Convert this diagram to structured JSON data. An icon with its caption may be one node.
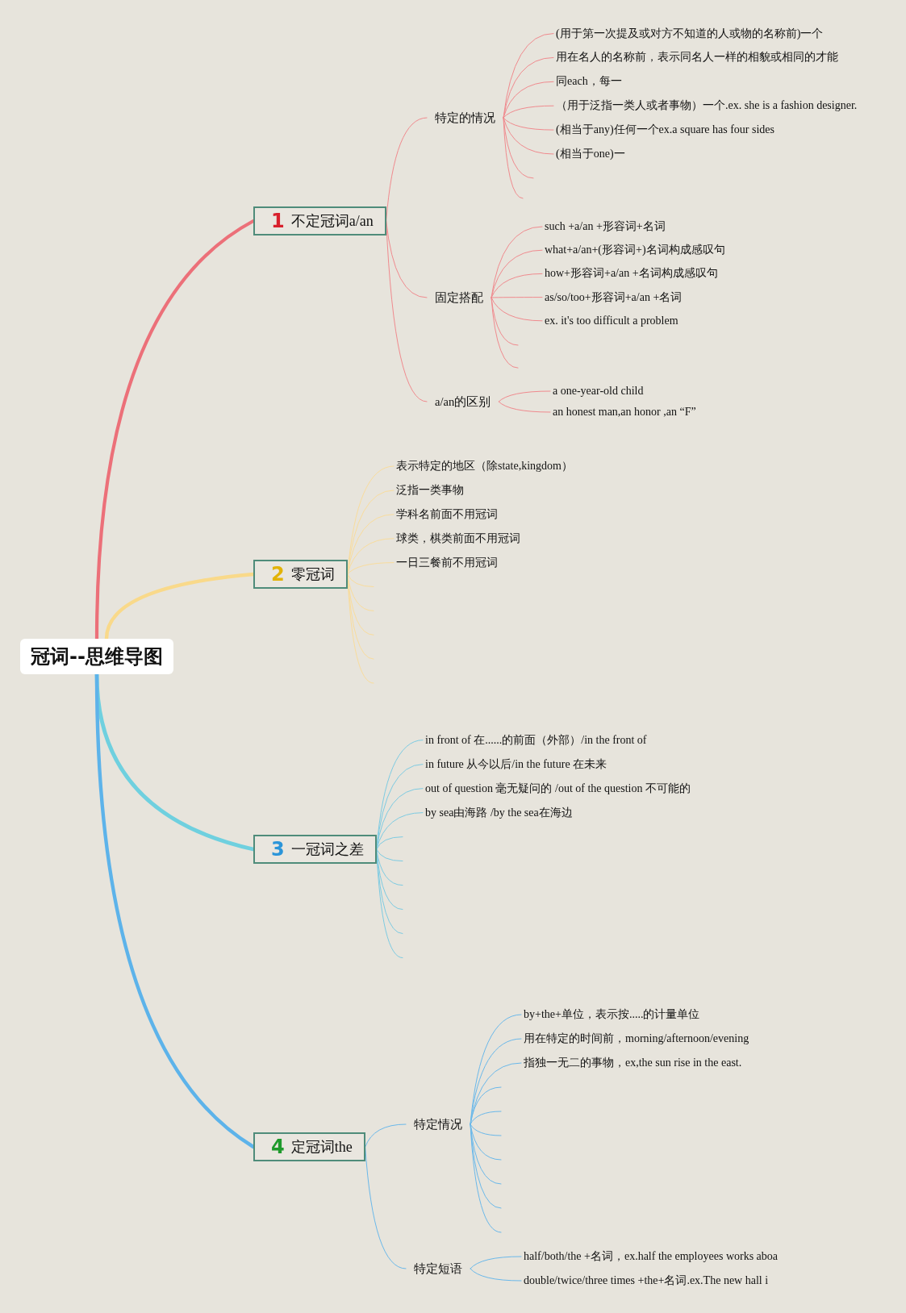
{
  "diagram": {
    "nodes": [
      {
        "text": [
          "冠词--思维导图"
        ]
      },
      {
        "text": [
          "1",
          "不定冠词a/an"
        ]
      },
      {
        "text": [
          "特定的情况"
        ]
      },
      {
        "text": [
          "(用于第一次提及或对方不知道的人或物的名称前)一个"
        ]
      },
      {
        "text": [
          "用在名人的名称前，表示同名人一样的相貌或相同的才能"
        ]
      },
      {
        "text": [
          "同each，每一"
        ]
      },
      {
        "text": [
          "（用于泛指一类人或者事物）一个.ex. she is a fashion designer."
        ]
      },
      {
        "text": [
          "(相当于any)任何一个ex.a square has four sides"
        ]
      },
      {
        "text": [
          "(相当于one)一"
        ]
      },
      {
        "text": [
          "固定搭配"
        ]
      },
      {
        "text": [
          "such +a/an +形容词+名词"
        ]
      },
      {
        "text": [
          "what+a/an+(形容词+)名词构成感叹句"
        ]
      },
      {
        "text": [
          "how+形容词+a/an +名词构成感叹句"
        ]
      },
      {
        "text": [
          "as/so/too+形容词+a/an +名词"
        ]
      },
      {
        "text": [
          "ex. it's too difficult a problem"
        ]
      },
      {
        "text": [
          "a/an的区别"
        ]
      },
      {
        "text": [
          "a one-year-old child"
        ]
      },
      {
        "text": [
          "an honest man,an honor ,an “F”"
        ]
      },
      {
        "text": [
          "2",
          "零冠词"
        ]
      },
      {
        "text": [
          "表示特定的地区（除state,kingdom）"
        ]
      },
      {
        "text": [
          "泛指一类事物"
        ]
      },
      {
        "text": [
          "学科名前面不用冠词"
        ]
      },
      {
        "text": [
          "球类，棋类前面不用冠词"
        ]
      },
      {
        "text": [
          "一日三餐前不用冠词"
        ]
      },
      {
        "text": [
          "3",
          "一冠词之差"
        ]
      },
      {
        "text": [
          "in front of 在......的前面（外部）/in the front of"
        ]
      },
      {
        "text": [
          "in future 从今以后/in the future 在未来"
        ]
      },
      {
        "text": [
          "out of question 毫无疑问的 /out of the question 不可能的"
        ]
      },
      {
        "text": [
          "by sea由海路 /by the sea在海边"
        ]
      },
      {
        "text": [
          "4",
          "定冠词the"
        ]
      },
      {
        "text": [
          "特定情况"
        ]
      },
      {
        "text": [
          "by+the+单位，表示按.....的计量单位"
        ]
      },
      {
        "text": [
          "用在特定的时间前，morning/afternoon/evening"
        ]
      },
      {
        "text": [
          "指独一无二的事物，ex,the sun rise in the east."
        ]
      },
      {
        "text": [
          "特定短语"
        ]
      },
      {
        "text": [
          "half/both/the +名词，ex.half the employees works aboa"
        ]
      },
      {
        "text": [
          "double/twice/three times +the+名词.ex.The new hall i"
        ]
      }
    ],
    "edges": [
      {
        "from": 0,
        "to": 1,
        "arrow": "none",
        "style": "thick",
        "color": "#ec7079"
      },
      {
        "from": 1,
        "to": 2,
        "arrow": "none",
        "color": "#f08a8e"
      },
      {
        "from": 2,
        "to": 3,
        "arrow": "none",
        "color": "#f08a8e"
      },
      {
        "from": 2,
        "to": 4,
        "arrow": "none",
        "color": "#f08a8e"
      },
      {
        "from": 2,
        "to": 5,
        "arrow": "none",
        "color": "#f08a8e"
      },
      {
        "from": 2,
        "to": 6,
        "arrow": "none",
        "color": "#f08a8e"
      },
      {
        "from": 2,
        "to": 7,
        "arrow": "none",
        "color": "#f08a8e"
      },
      {
        "from": 2,
        "to": 8,
        "arrow": "none",
        "color": "#f08a8e"
      },
      {
        "from": 2,
        "to": null,
        "arrow": "none",
        "color": "#f08a8e"
      },
      {
        "from": 2,
        "to": null,
        "arrow": "none",
        "color": "#f08a8e"
      },
      {
        "from": 1,
        "to": 9,
        "arrow": "none",
        "color": "#f08a8e"
      },
      {
        "from": 9,
        "to": 10,
        "arrow": "none",
        "color": "#f08a8e"
      },
      {
        "from": 9,
        "to": 11,
        "arrow": "none",
        "color": "#f08a8e"
      },
      {
        "from": 9,
        "to": 12,
        "arrow": "none",
        "color": "#f08a8e"
      },
      {
        "from": 9,
        "to": 13,
        "arrow": "none",
        "color": "#f08a8e"
      },
      {
        "from": 9,
        "to": 14,
        "arrow": "none",
        "color": "#f08a8e"
      },
      {
        "from": 9,
        "to": null,
        "arrow": "none",
        "color": "#f08a8e"
      },
      {
        "from": 9,
        "to": null,
        "arrow": "none",
        "color": "#f08a8e"
      },
      {
        "from": 1,
        "to": 15,
        "arrow": "none",
        "color": "#f08a8e"
      },
      {
        "from": 15,
        "to": 16,
        "arrow": "none",
        "color": "#f08a8e"
      },
      {
        "from": 15,
        "to": 17,
        "arrow": "none",
        "color": "#f08a8e"
      },
      {
        "from": 0,
        "to": 18,
        "arrow": "none",
        "style": "thick",
        "color": "#f9d98a"
      },
      {
        "from": 18,
        "to": 19,
        "arrow": "none",
        "color": "#f9dc9c"
      },
      {
        "from": 18,
        "to": 20,
        "arrow": "none",
        "color": "#f9dc9c"
      },
      {
        "from": 18,
        "to": 21,
        "arrow": "none",
        "color": "#f9dc9c"
      },
      {
        "from": 18,
        "to": 22,
        "arrow": "none",
        "color": "#f9dc9c"
      },
      {
        "from": 18,
        "to": 23,
        "arrow": "none",
        "color": "#f9dc9c"
      },
      {
        "from": 18,
        "to": null,
        "arrow": "none",
        "color": "#f9dc9c"
      },
      {
        "from": 18,
        "to": null,
        "arrow": "none",
        "color": "#f9dc9c"
      },
      {
        "from": 18,
        "to": null,
        "arrow": "none",
        "color": "#f9dc9c"
      },
      {
        "from": 18,
        "to": null,
        "arrow": "none",
        "color": "#f9dc9c"
      },
      {
        "from": 18,
        "to": null,
        "arrow": "none",
        "color": "#f9dc9c"
      },
      {
        "from": 0,
        "to": 24,
        "arrow": "none",
        "style": "thick",
        "color": "#6fd0df"
      },
      {
        "from": 24,
        "to": 25,
        "arrow": "none",
        "color": "#7dcbe2"
      },
      {
        "from": 24,
        "to": 26,
        "arrow": "none",
        "color": "#7dcbe2"
      },
      {
        "from": 24,
        "to": 27,
        "arrow": "none",
        "color": "#7dcbe2"
      },
      {
        "from": 24,
        "to": 28,
        "arrow": "none",
        "color": "#7dcbe2"
      },
      {
        "from": 24,
        "to": null,
        "arrow": "none",
        "color": "#7dcbe2"
      },
      {
        "from": 24,
        "to": null,
        "arrow": "none",
        "color": "#7dcbe2"
      },
      {
        "from": 24,
        "to": null,
        "arrow": "none",
        "color": "#7dcbe2"
      },
      {
        "from": 24,
        "to": null,
        "arrow": "none",
        "color": "#7dcbe2"
      },
      {
        "from": 24,
        "to": null,
        "arrow": "none",
        "color": "#7dcbe2"
      },
      {
        "from": 24,
        "to": null,
        "arrow": "none",
        "color": "#7dcbe2"
      },
      {
        "from": 0,
        "to": 29,
        "arrow": "none",
        "style": "thick",
        "color": "#5db3ea"
      },
      {
        "from": 29,
        "to": 30,
        "arrow": "none",
        "color": "#6ab8ea"
      },
      {
        "from": 30,
        "to": 31,
        "arrow": "none",
        "color": "#6ab8ea"
      },
      {
        "from": 30,
        "to": 32,
        "arrow": "none",
        "color": "#6ab8ea"
      },
      {
        "from": 30,
        "to": 33,
        "arrow": "none",
        "color": "#6ab8ea"
      },
      {
        "from": 30,
        "to": null,
        "arrow": "none",
        "color": "#6ab8ea"
      },
      {
        "from": 30,
        "to": null,
        "arrow": "none",
        "color": "#6ab8ea"
      },
      {
        "from": 30,
        "to": null,
        "arrow": "none",
        "color": "#6ab8ea"
      },
      {
        "from": 30,
        "to": null,
        "arrow": "none",
        "color": "#6ab8ea"
      },
      {
        "from": 30,
        "to": null,
        "arrow": "none",
        "color": "#6ab8ea"
      },
      {
        "from": 30,
        "to": null,
        "arrow": "none",
        "color": "#6ab8ea"
      },
      {
        "from": 30,
        "to": null,
        "arrow": "none",
        "color": "#6ab8ea"
      },
      {
        "from": 29,
        "to": 34,
        "arrow": "none",
        "color": "#6ab8ea"
      },
      {
        "from": 34,
        "to": 35,
        "arrow": "none",
        "color": "#6ab8ea"
      },
      {
        "from": 34,
        "to": 36,
        "arrow": "none",
        "color": "#6ab8ea"
      }
    ]
  }
}
